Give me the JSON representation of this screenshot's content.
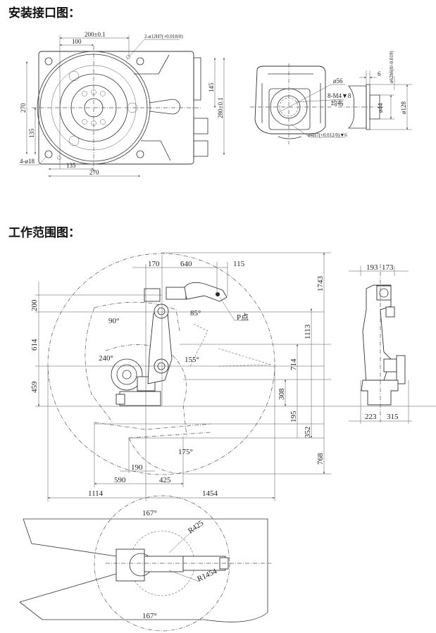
{
  "sections": {
    "install_title": "安装接口图：",
    "range_title": "工作范围图："
  },
  "install": {
    "base": {
      "dim_200": "200±0.1",
      "dim_100": "100",
      "pin_hole": "2-ø12H7(+0.018/0)",
      "dim_270_v": "270",
      "dim_135_v": "135",
      "dim_145": "145",
      "dim_280": "280±0.1",
      "holes": "4-ø18",
      "dim_135_h": "135",
      "dim_270_h": "270"
    },
    "flange": {
      "d56": "ø56",
      "thread": "8-M4▼8",
      "even": "均布",
      "pin": "ø4H7(+0.012/0)▼6",
      "d6": "6",
      "d62": "ø62h6(0/-0.019)",
      "d44": "ø44",
      "d128": "ø128"
    }
  },
  "range": {
    "side": {
      "d170": "170",
      "d640": "640",
      "d115": "115",
      "d1743": "1743",
      "d1113": "1113",
      "d714": "714",
      "d308": "308",
      "d195": "195",
      "d352": "352",
      "d768": "768",
      "d200": "200",
      "d614": "614",
      "d459": "459",
      "d190": "190",
      "d590": "590",
      "d425": "425",
      "d1114": "1114",
      "d1454": "1454",
      "a90": "90°",
      "a85": "85°",
      "a240": "240°",
      "a155": "155°",
      "a175": "175°",
      "p_point": "P点"
    },
    "front": {
      "d193": "193",
      "d173": "173",
      "d223": "223",
      "d315": "315"
    },
    "top": {
      "a167_top": "167°",
      "a167_bottom": "167°",
      "r425": "R425",
      "r1454": "R1454"
    }
  }
}
